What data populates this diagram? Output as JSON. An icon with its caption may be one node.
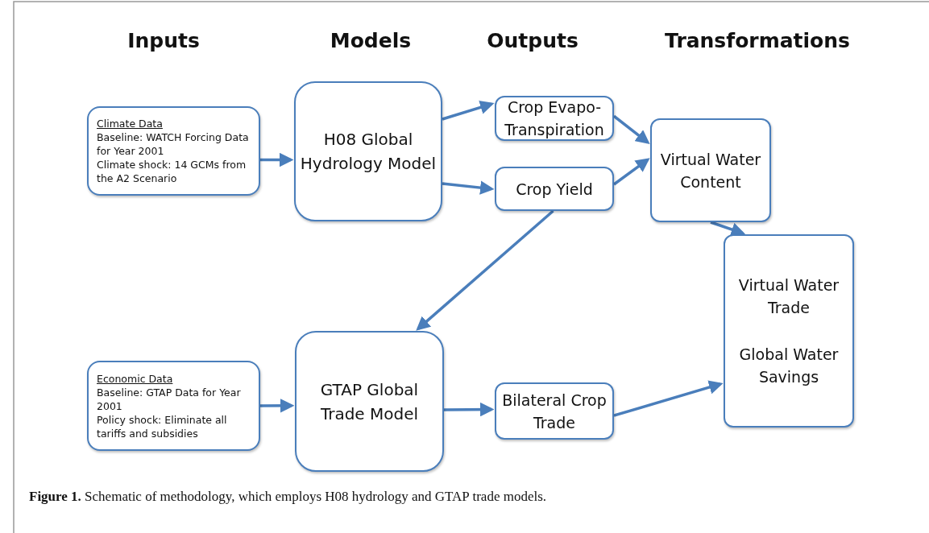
{
  "diagram": {
    "caption": "**Figure 1.** Schematic of methodology, which employs H08 hydrology and GTAP trade models.",
    "nodes": [
      {
        "text": [
          "Climate Data",
          "Baseline: WATCH Forcing Data for Year 2001",
          "Climate shock: 14 GCMs from the A2 Scenario"
        ]
      },
      {
        "text": [
          "H08 Global Hydrology Model"
        ]
      },
      {
        "text": [
          "Crop Evapo-Transpiration"
        ]
      },
      {
        "text": [
          "Crop Yield"
        ]
      },
      {
        "text": [
          "Virtual Water Content"
        ]
      },
      {
        "text": [
          "Economic Data",
          "Baseline: GTAP Data for Year 2001",
          "Policy shock: Eliminate all tariffs and subsidies"
        ]
      },
      {
        "text": [
          "GTAP Global Trade Model"
        ]
      },
      {
        "text": [
          "Bilateral Crop Trade"
        ]
      },
      {
        "text": [
          "Virtual Water Trade",
          "Global Water Savings"
        ]
      }
    ],
    "edges": [
      {
        "from": 0,
        "to": 1,
        "arrow": "to"
      },
      {
        "from": 1,
        "to": 2,
        "arrow": "to"
      },
      {
        "from": 1,
        "to": 3,
        "arrow": "to"
      },
      {
        "from": 2,
        "to": 4,
        "arrow": "to"
      },
      {
        "from": 3,
        "to": 4,
        "arrow": "to"
      },
      {
        "from": 4,
        "to": 8,
        "arrow": "to"
      },
      {
        "from": 3,
        "to": 6,
        "arrow": "to"
      },
      {
        "from": 5,
        "to": 6,
        "arrow": "to"
      },
      {
        "from": 6,
        "to": 7,
        "arrow": "to"
      },
      {
        "from": 7,
        "to": 8,
        "arrow": "to"
      }
    ],
    "labels": [
      "Inputs",
      "Models",
      "Outputs",
      "Transformations"
    ]
  }
}
